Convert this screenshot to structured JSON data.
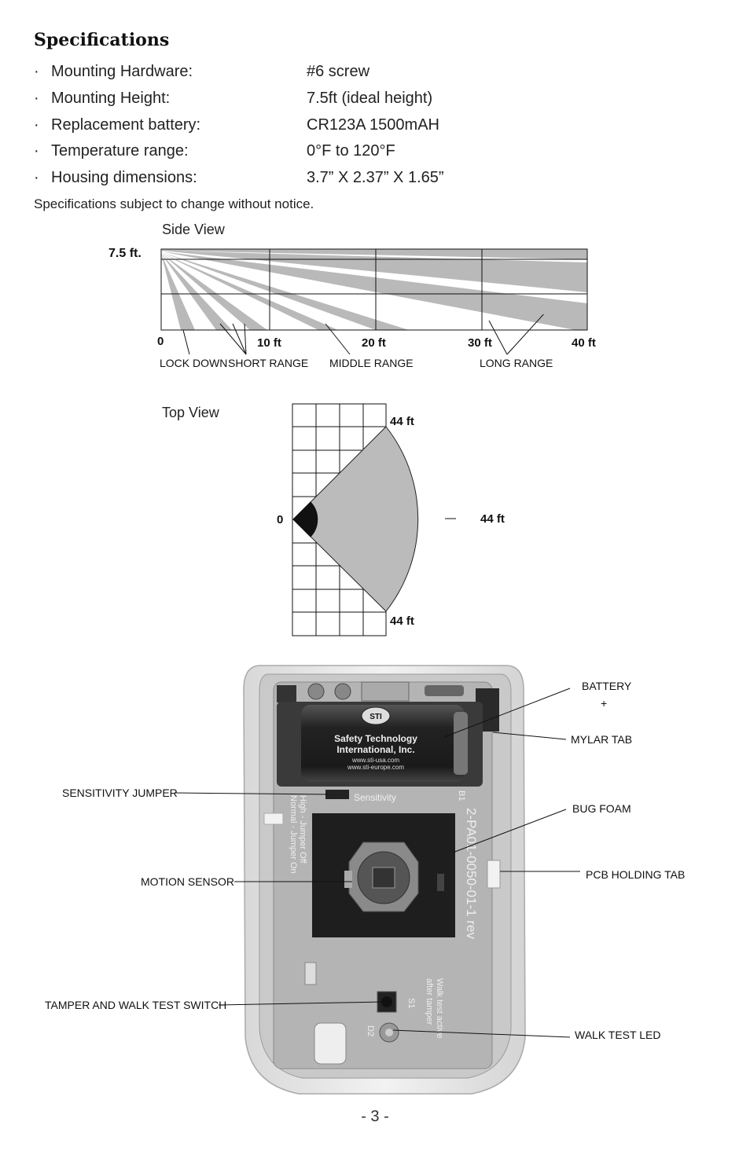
{
  "title": "Specifications",
  "specs": [
    {
      "bullet": "·",
      "label": "Mounting Hardware:",
      "value": "#6 screw"
    },
    {
      "bullet": "·",
      "label": "Mounting Height:",
      "value": "7.5ft (ideal height)"
    },
    {
      "bullet": "·",
      "label": "Replacement battery:",
      "value": "CR123A 1500mAH"
    },
    {
      "bullet": "·",
      "label": "Temperature range:",
      "value": "0°F to 120°F"
    },
    {
      "bullet": "·",
      "label": "Housing dimensions:",
      "value": "3.7” X 2.37” X 1.65”"
    }
  ],
  "note": "Specifications subject to change without notice.",
  "side_view": {
    "caption": "Side View",
    "height_label": "7.5 ft.",
    "axis_ticks": [
      "0",
      "10 ft",
      "20 ft",
      "30 ft",
      "40 ft"
    ],
    "range_labels": [
      "LOCK DOWN",
      "SHORT RANGE",
      "MIDDLE RANGE",
      "LONG RANGE"
    ]
  },
  "top_view": {
    "caption": "Top View",
    "origin_label": "0",
    "top_label": "44 ft",
    "right_label": "44 ft",
    "bottom_label": "44 ft"
  },
  "device": {
    "battery_text": {
      "brand": "STI",
      "line1": "Safety Technology",
      "line2": "International, Inc.",
      "url1": "www.sti-usa.com",
      "url2": "www.sti-europe.com"
    },
    "board_text": {
      "sensitivity": "Sensitivity",
      "part_no": "2-PA01-0050-01-1 rev",
      "jumper_note1": "Normal - Jumper On",
      "jumper_note2": "High - Jumper Off",
      "walk_note1": "Walk test active",
      "walk_note2": "after tamper",
      "s1": "S1",
      "d2": "D2",
      "b1": "B1"
    },
    "callouts": {
      "battery": "BATTERY",
      "battery_plus": "+",
      "mylar_tab": "MYLAR TAB",
      "sensitivity_jumper": "SENSITIVITY JUMPER",
      "bug_foam": "BUG FOAM",
      "pcb_holding_tab": "PCB HOLDING TAB",
      "motion_sensor": "MOTION SENSOR",
      "tamper_switch": "TAMPER AND WALK TEST SWITCH",
      "walk_test_led": "WALK TEST LED"
    }
  },
  "page_number": "- 3 -"
}
